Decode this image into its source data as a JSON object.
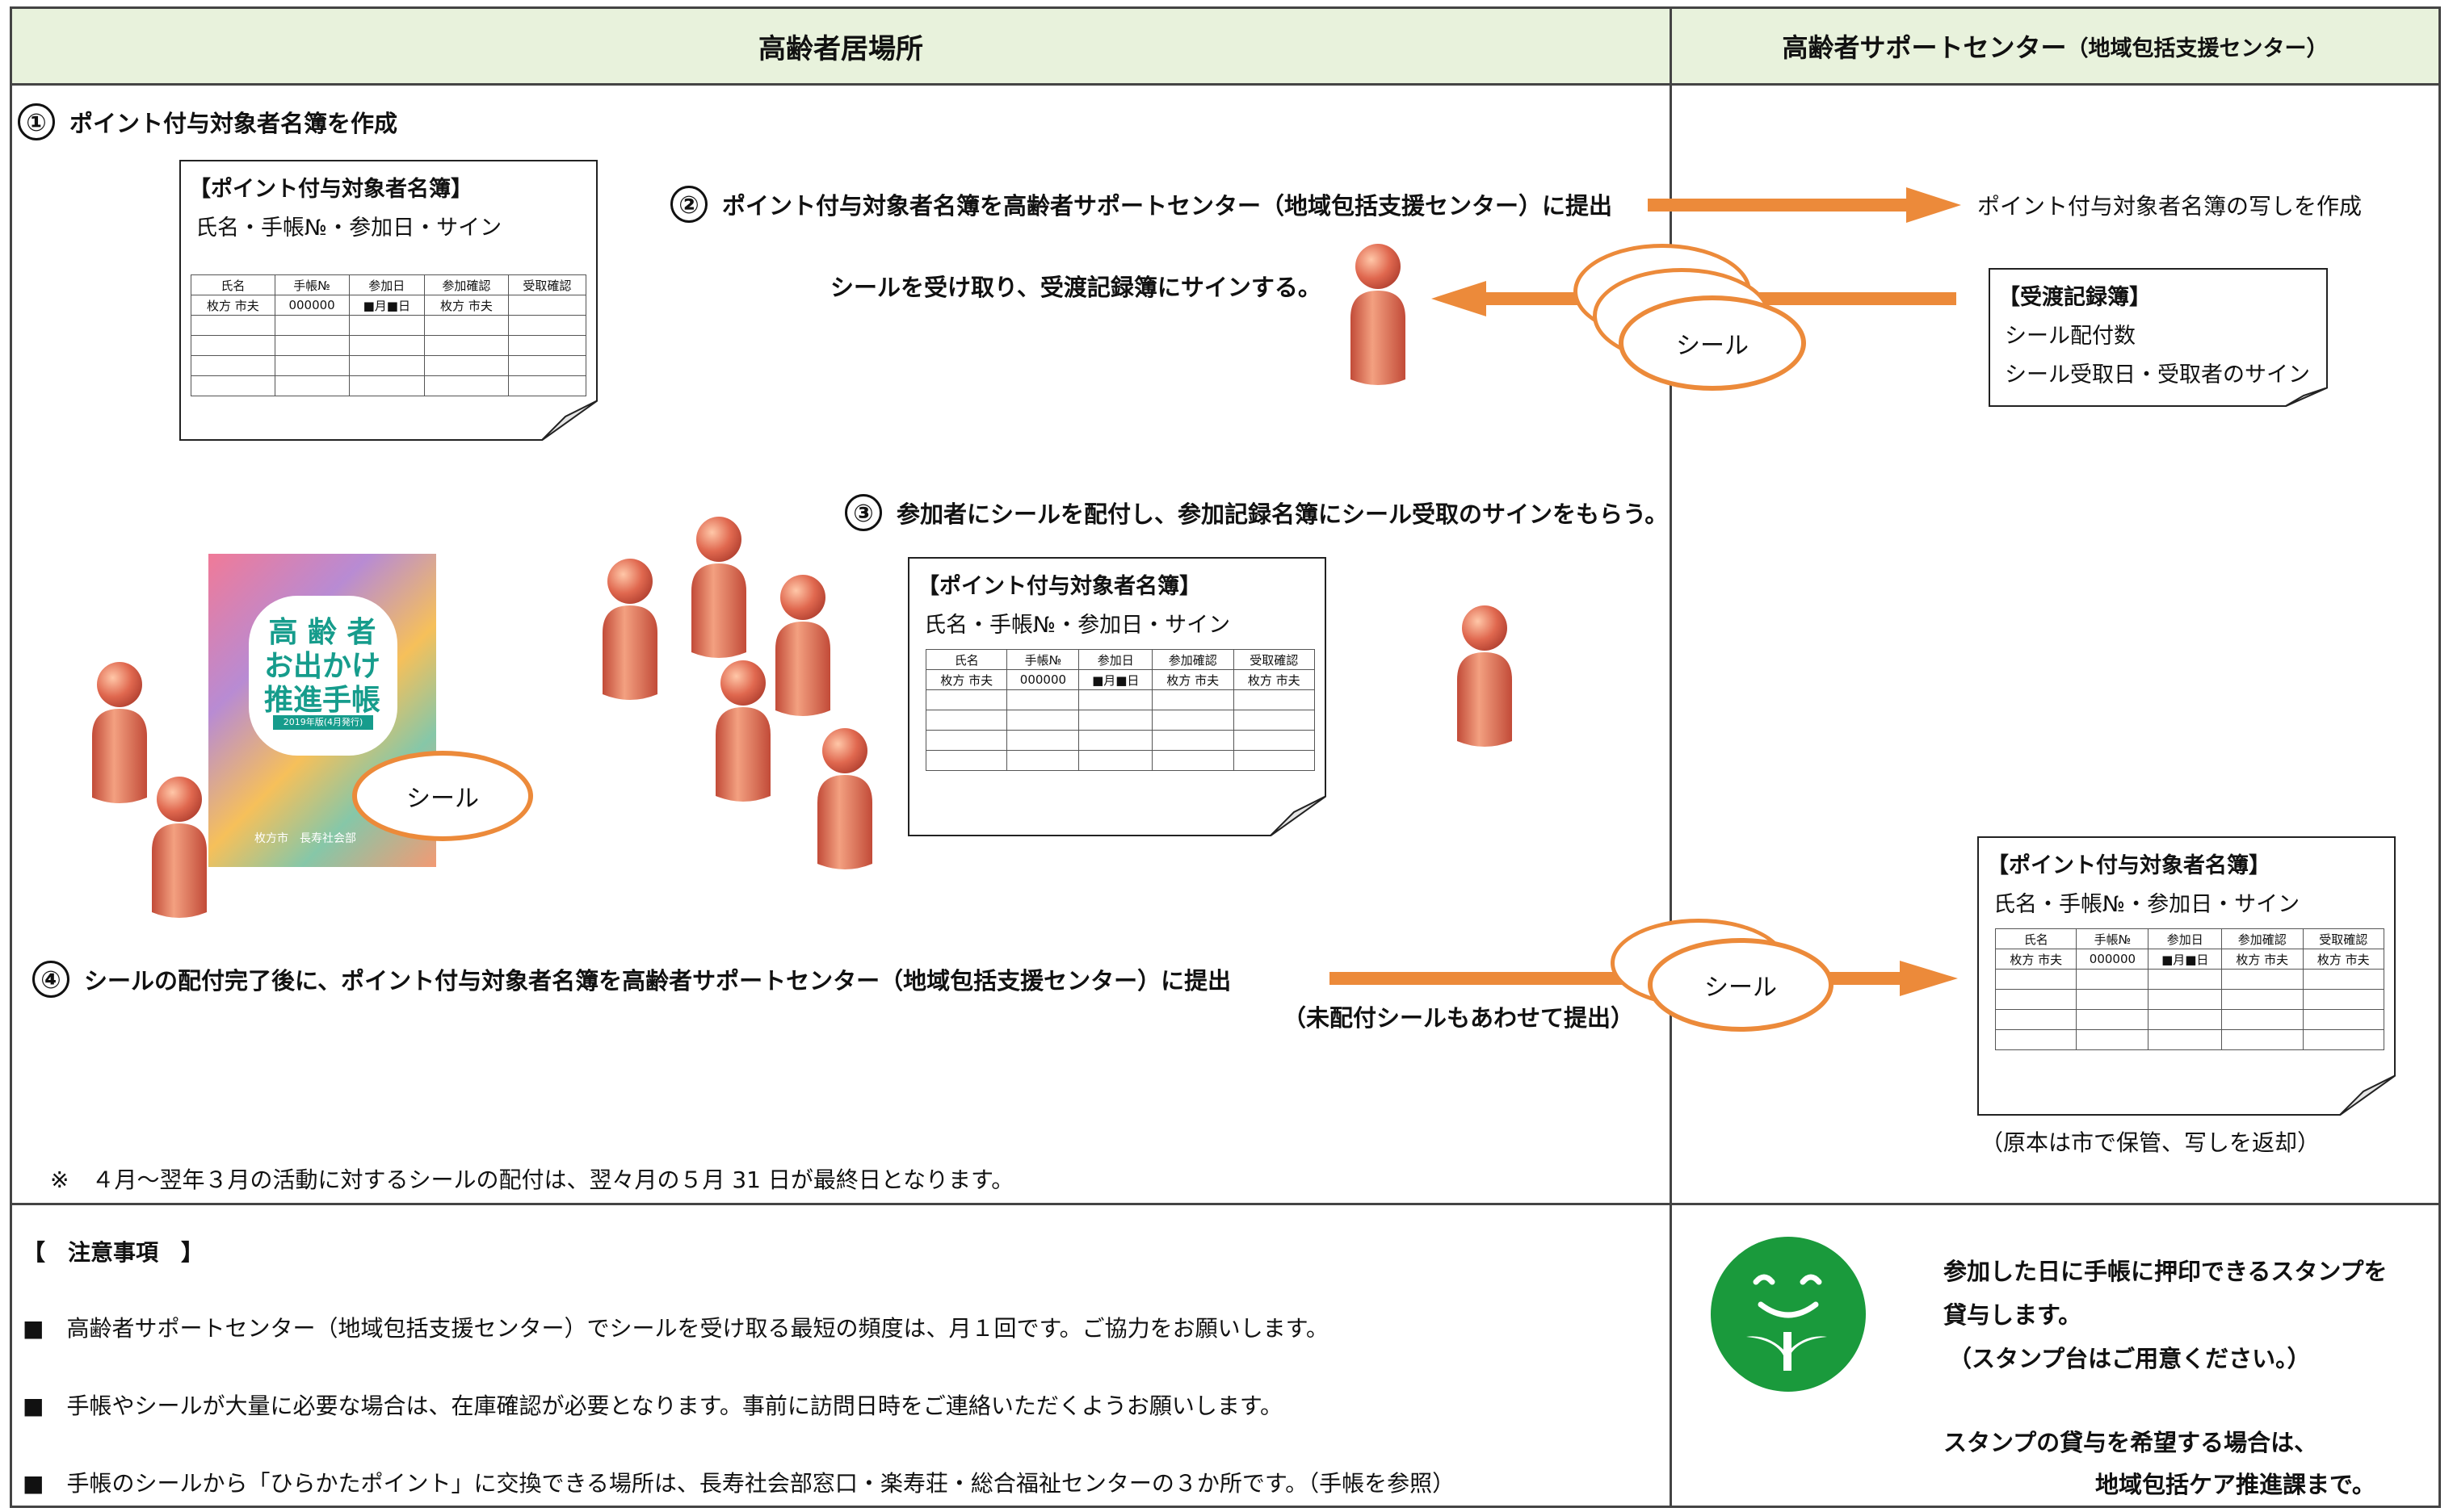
{
  "header": {
    "left_title": "高齢者居場所",
    "right_title": "高齢者サポートセンター",
    "right_title_small": "（地域包括支援センター）"
  },
  "steps": {
    "s1": {
      "num": "①",
      "text": "ポイント付与対象者名簿を作成"
    },
    "s2": {
      "num": "②",
      "text": "ポイント付与対象者名簿を高齢者サポートセンター（地域包括支援センター）に提出"
    },
    "s2_sub": "シールを受け取り、受渡記録簿にサインする。",
    "s3": {
      "num": "③",
      "text": "参加者にシールを配付し、参加記録名簿にシール受取のサインをもらう。"
    },
    "s4": {
      "num": "④",
      "text": "シールの配付完了後に、ポイント付与対象者名簿を高齢者サポートセンター（地域包括支援センター）に提出"
    },
    "s4_sub": "（未配付シールもあわせて提出）"
  },
  "right_texts": {
    "copy": "ポイント付与対象者名簿の写しを作成",
    "return_note": "（原本は市で保管、写しを返却）"
  },
  "roster": {
    "title": "【ポイント付与対象者名簿】",
    "subtitle": "氏名・手帳№・参加日・サイン",
    "cols_a": [
      "氏名",
      "手帳№",
      "参加日",
      "参加確認",
      "受取確認"
    ],
    "row_a": [
      "枚方 市夫",
      "000000",
      "■月■日",
      "枚方 市夫",
      ""
    ],
    "row_b": [
      "枚方 市夫",
      "000000",
      "■月■日",
      "枚方 市夫",
      "枚方 市夫"
    ]
  },
  "ledger": {
    "title": "【受渡記録簿】",
    "line1": "シール配付数",
    "line2": "シール受取日・受取者のサイン"
  },
  "seal_label": "シール",
  "book": {
    "line1": "高 齢 者",
    "line2": "お出かけ",
    "line3": "推進手帳",
    "edition": "2019年版(4月発行)",
    "publisher": "枚方市　長寿社会部"
  },
  "footnote": "※　４月～翌年３月の活動に対するシールの配付は、翌々月の５月 31 日が最終日となります。",
  "notes": {
    "heading": "【　注意事項　】",
    "items": [
      "■　高齢者サポートセンター（地域包括支援センター）でシールを受け取る最短の頻度は、月１回です。ご協力をお願いします。",
      "■　手帳やシールが大量に必要な場合は、在庫確認が必要となります。事前に訪問日時をご連絡いただくようお願いします。",
      "■　手帳のシールから「ひらかたポイント」に交換できる場所は、長寿社会部窓口・楽寿荘・総合福祉センターの３か所です。（手帳を参照）"
    ]
  },
  "stamp": {
    "line1": "参加した日に手帳に押印できるスタンプを",
    "line2": "貸与します。",
    "line3": "（スタンプ台はご用意ください。）",
    "line4": "スタンプの貸与を希望する場合は、",
    "line5": "地域包括ケア推進課まで。"
  },
  "colors": {
    "header_bg": "#e8f2dc",
    "arrow": "#ec8a3a",
    "figure": "#e0684f",
    "stamp_green": "#1a9a3c"
  }
}
